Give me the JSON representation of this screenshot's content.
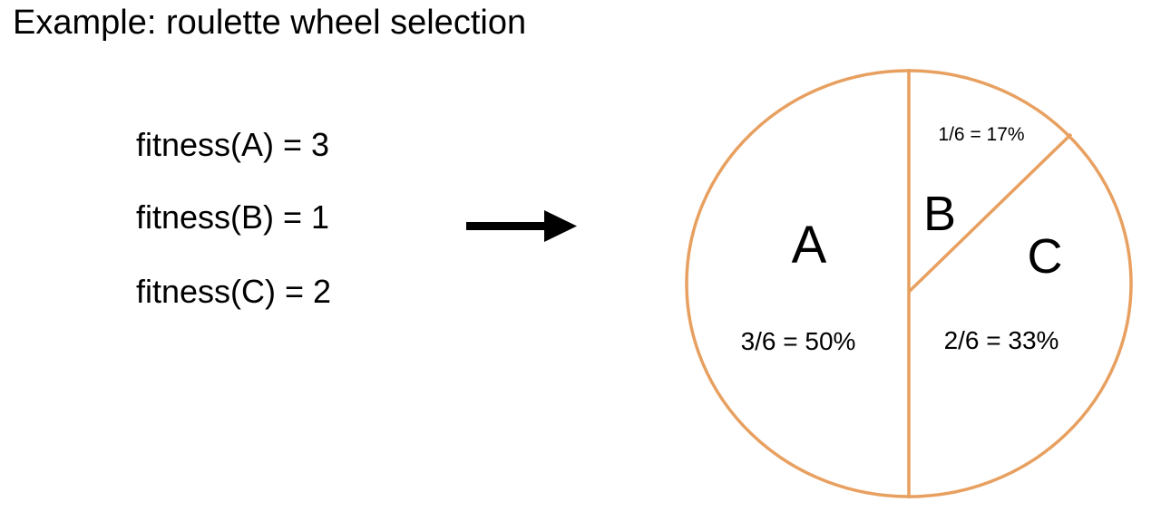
{
  "title": "Example: roulette wheel selection",
  "fitness": [
    "fitness(A) = 3",
    "fitness(B) = 1",
    "fitness(C) = 2"
  ],
  "wheel": {
    "slices": [
      {
        "label": "A",
        "fraction": 0.5,
        "caption": "3/6 = 50%"
      },
      {
        "label": "B",
        "fraction": 0.1667,
        "caption": "1/6 = 17%"
      },
      {
        "label": "C",
        "fraction": 0.3333,
        "caption": "2/6 = 33%"
      }
    ],
    "outline_color": "#E8A060"
  },
  "arrow_color": "#000000"
}
